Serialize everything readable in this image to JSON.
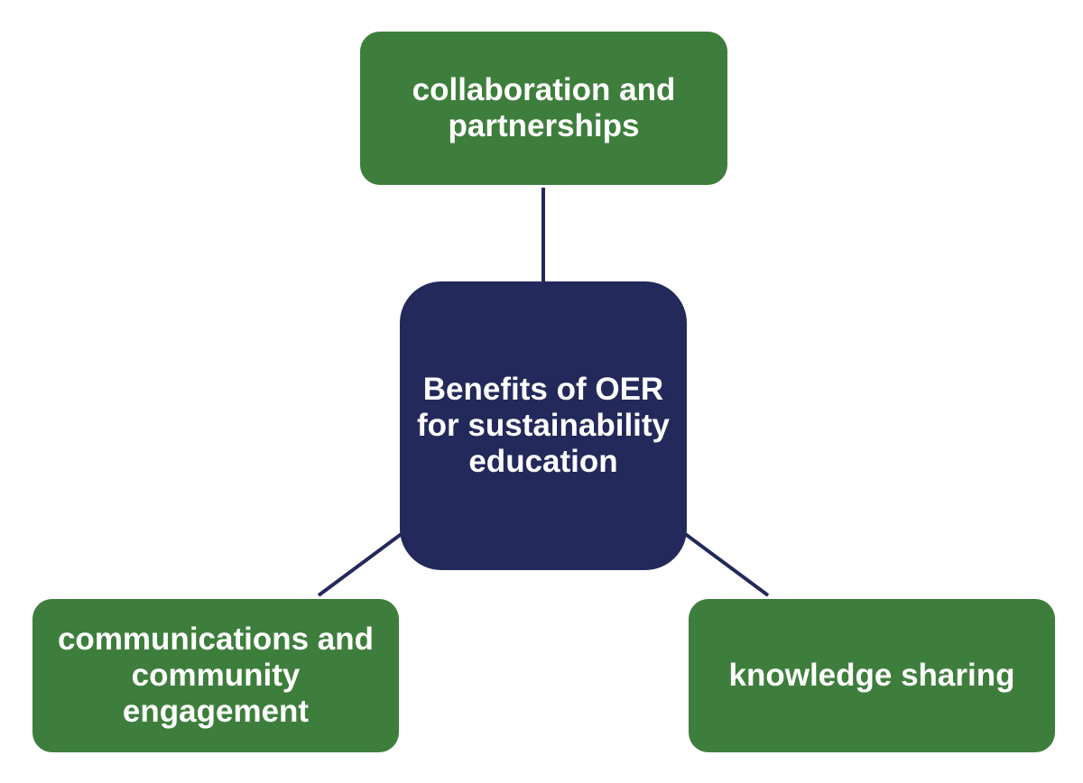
{
  "diagram": {
    "center": {
      "label": "Benefits of OER for sustainability education"
    },
    "nodes": [
      {
        "id": "top",
        "label": "collaboration and partnerships"
      },
      {
        "id": "left",
        "label": "communications and community engagement"
      },
      {
        "id": "right",
        "label": "knowledge sharing"
      }
    ],
    "colors": {
      "center_fill": "#23295a",
      "node_fill": "#3e7e3c",
      "connector": "#23295a",
      "text": "#ffffff"
    }
  }
}
